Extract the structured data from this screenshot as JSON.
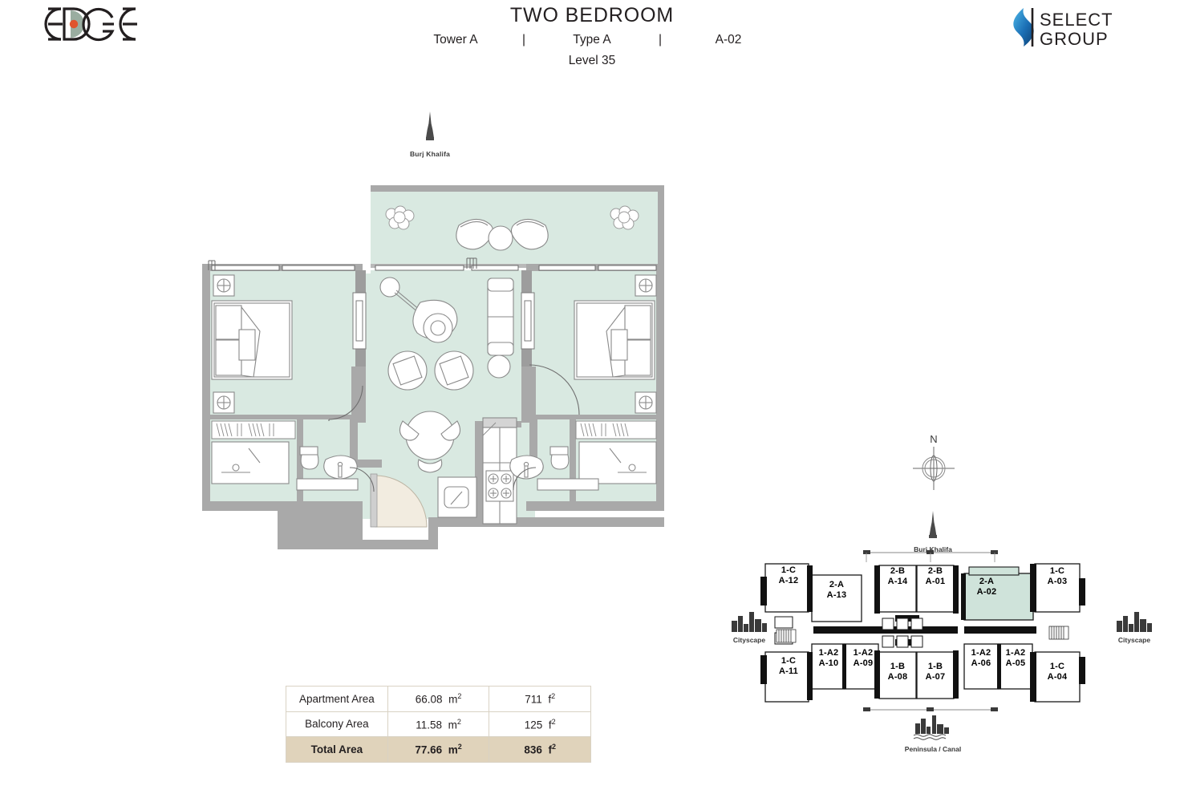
{
  "header": {
    "brand_left": "EDGE",
    "brand_right_line1": "SELECT",
    "brand_right_line2": "GROUP",
    "title": "TWO BEDROOM",
    "tower": "Tower A",
    "separator": "|",
    "type": "Type A",
    "unit": "A-02",
    "level": "Level 35"
  },
  "plan": {
    "orientation_marker": "Burj Khalifa"
  },
  "area_table": {
    "rows": [
      {
        "label": "Apartment Area",
        "metric": "66.08",
        "metric_unit": "m",
        "metric_sup": "2",
        "imperial": "711",
        "imperial_unit": "f",
        "imperial_sup": "2"
      },
      {
        "label": "Balcony Area",
        "metric": "11.58",
        "metric_unit": "m",
        "metric_sup": "2",
        "imperial": "125",
        "imperial_unit": "f",
        "imperial_sup": "2"
      },
      {
        "label": "Total Area",
        "metric": "77.66",
        "metric_unit": "m",
        "metric_sup": "2",
        "imperial": "836",
        "imperial_unit": "f",
        "imperial_sup": "2"
      }
    ],
    "highlight_color": "#e0d3bb"
  },
  "keyplan": {
    "north_label": "N",
    "top_landmark": "Burj Khalifa",
    "bottom_landmark": "Peninsula / Canal",
    "left_landmark": "Cityscape",
    "right_landmark": "Cityscape",
    "highlight_color": "#cfe3da",
    "units": [
      {
        "type": "1-C",
        "code": "A-12"
      },
      {
        "type": "2-A",
        "code": "A-13"
      },
      {
        "type": "2-B",
        "code": "A-14"
      },
      {
        "type": "2-B",
        "code": "A-01"
      },
      {
        "type": "2-A",
        "code": "A-02"
      },
      {
        "type": "1-C",
        "code": "A-03"
      },
      {
        "type": "1-C",
        "code": "A-11"
      },
      {
        "type": "1-A2",
        "code": "A-10"
      },
      {
        "type": "1-A2",
        "code": "A-09"
      },
      {
        "type": "1-B",
        "code": "A-08"
      },
      {
        "type": "1-B",
        "code": "A-07"
      },
      {
        "type": "1-A2",
        "code": "A-06"
      },
      {
        "type": "1-A2",
        "code": "A-05"
      },
      {
        "type": "1-C",
        "code": "A-04"
      }
    ],
    "highlighted_unit": "A-02"
  },
  "colors": {
    "floor_fill": "#d9e9e1",
    "wall_gray": "#a9a9a9",
    "wall_dark": "#8c8c8c",
    "furniture_stroke": "#7a7a7a",
    "door_swing": "#f2ece0",
    "accent_orange": "#e0542e",
    "accent_sage": "#9aada0",
    "accent_blue": "#1b6fb5"
  }
}
